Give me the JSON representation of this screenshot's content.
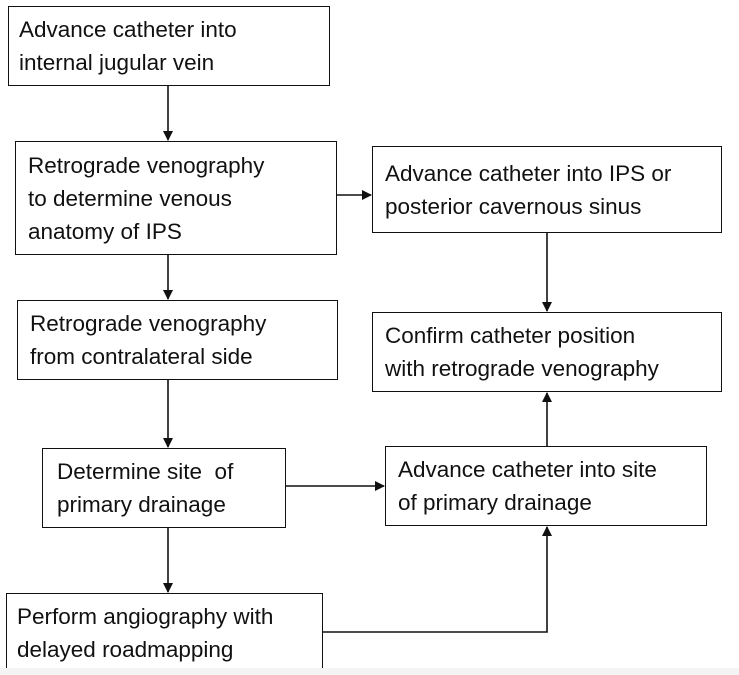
{
  "diagram": {
    "boxes": [
      {
        "id": "b1",
        "text": "Advance catheter into\ninternal jugular vein"
      },
      {
        "id": "b2",
        "text": "Retrograde venography\nto determine venous\nanatomy of IPS"
      },
      {
        "id": "b3",
        "text": "Advance catheter into IPS or\nposterior cavernous sinus"
      },
      {
        "id": "b4",
        "text": "Retrograde venography\nfrom contralateral side"
      },
      {
        "id": "b5",
        "text": "Confirm catheter position\nwith retrograde venography"
      },
      {
        "id": "b6",
        "text": "Determine site  of\nprimary drainage"
      },
      {
        "id": "b7",
        "text": "Advance catheter into site\nof primary drainage"
      },
      {
        "id": "b8",
        "text": "Perform angiography with\ndelayed roadmapping"
      }
    ],
    "connections": [
      {
        "from": "b1",
        "to": "b2"
      },
      {
        "from": "b2",
        "to": "b3"
      },
      {
        "from": "b2",
        "to": "b4"
      },
      {
        "from": "b3",
        "to": "b5"
      },
      {
        "from": "b4",
        "to": "b6"
      },
      {
        "from": "b6",
        "to": "b7"
      },
      {
        "from": "b6",
        "to": "b8"
      },
      {
        "from": "b7",
        "to": "b5"
      },
      {
        "from": "b8",
        "to": "b7"
      }
    ],
    "colors": {
      "stroke": "#111111",
      "background": "#ffffff"
    }
  }
}
